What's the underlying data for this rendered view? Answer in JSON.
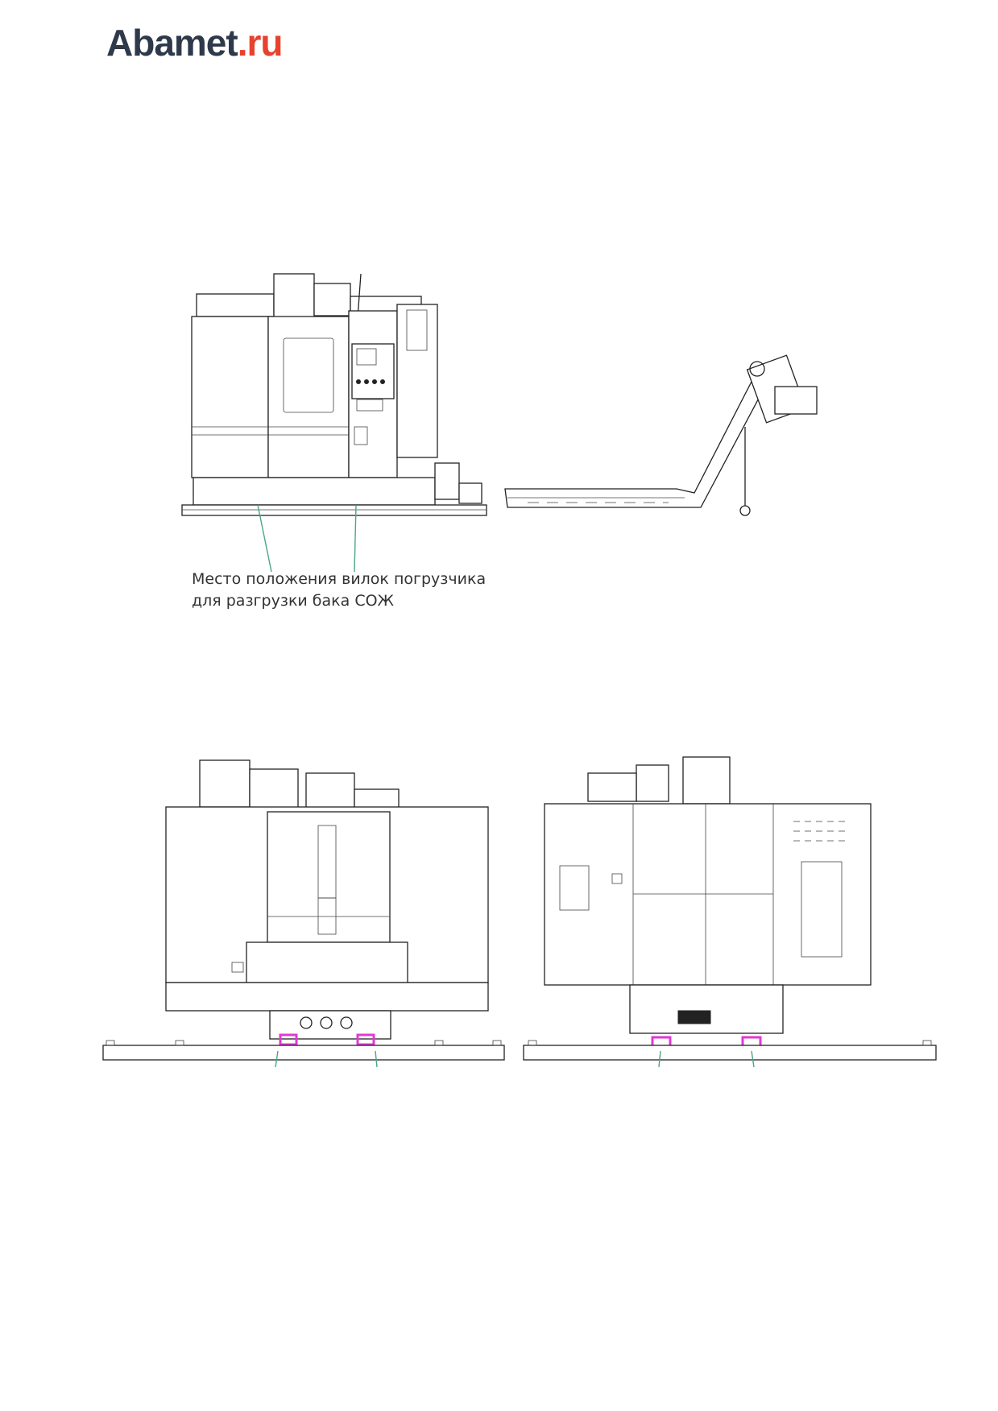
{
  "header": {
    "logo_name": "Abamet",
    "logo_tld": ".ru",
    "logo_colors": {
      "name": "#2e3a4b",
      "tld": "#e8412e"
    }
  },
  "side_view": {
    "annotation_line1": "Место положения вилок погрузчика",
    "annotation_line2": "для разгрузки бака СОЖ",
    "leader_color": "#4aa58a"
  },
  "fork_marker_color": "#e03ad2",
  "icons": [
    "machine-side-view",
    "chip-conveyor",
    "machine-front-view",
    "machine-rear-view",
    "forklift-position-marker"
  ]
}
